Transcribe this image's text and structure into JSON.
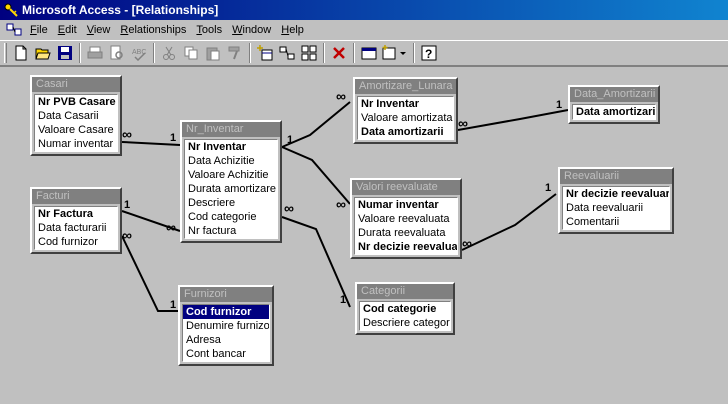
{
  "window": {
    "title": "Microsoft Access - [Relationships]"
  },
  "menu": [
    "File",
    "Edit",
    "View",
    "Relationships",
    "Tools",
    "Window",
    "Help"
  ],
  "tables": {
    "casari": {
      "name": "Casari",
      "fields": [
        "Nr PVB Casare",
        "Data Casarii",
        "Valoare Casare",
        "Numar inventar"
      ]
    },
    "facturi": {
      "name": "Facturi",
      "fields": [
        "Nr Factura",
        "Data facturarii",
        "Cod furnizor"
      ]
    },
    "inventar": {
      "name": "Nr_Inventar",
      "fields": [
        "Nr Inventar",
        "Data Achizitie",
        "Valoare Achizitie",
        "Durata amortizare",
        "Descriere",
        "Cod categorie",
        "Nr factura"
      ]
    },
    "furnizori": {
      "name": "Furnizori",
      "fields": [
        "Cod furnizor",
        "Denumire furnizor",
        "Adresa",
        "Cont bancar"
      ]
    },
    "amortizare": {
      "name": "Amortizare_Lunara",
      "fields": [
        "Nr Inventar",
        "Valoare amortizata",
        "Data amortizarii"
      ]
    },
    "data_amort": {
      "name": "Data_Amortizarii",
      "fields": [
        "Data amortizarii"
      ]
    },
    "valori": {
      "name": "Valori reevaluate",
      "fields": [
        "Numar inventar",
        "Valoare reevaluata",
        "Durata reevaluata",
        "Nr decizie reevaluare"
      ]
    },
    "reevaluari": {
      "name": "Reevaluarii",
      "fields": [
        "Nr decizie reevaluare",
        "Data reevaluarii",
        "Comentarii"
      ]
    },
    "categorii": {
      "name": "Categorii",
      "fields": [
        "Cod categorie",
        "Descriere categorie"
      ]
    }
  },
  "relations": {
    "one": "1",
    "many": "∞"
  }
}
